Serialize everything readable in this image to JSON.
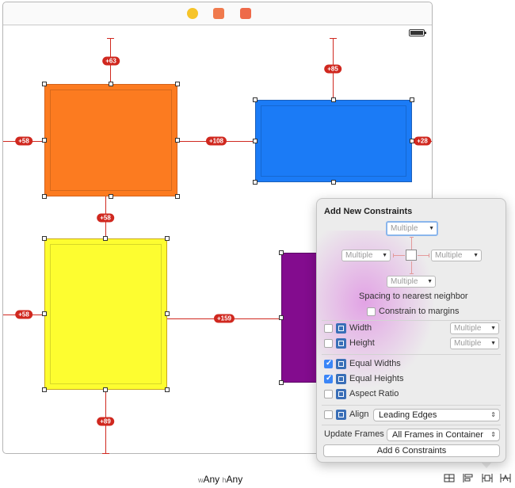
{
  "canvas": {
    "constraints": {
      "orange_top": "+63",
      "orange_left": "+58",
      "orange_to_blue": "+108",
      "orange_to_yellow": "+58",
      "blue_top": "+85",
      "blue_right": "+28",
      "yellow_left": "+58",
      "yellow_to_purple": "+159",
      "yellow_bottom": "+89"
    },
    "colors": {
      "orange": "#fc7b20",
      "blue": "#1b7bf6",
      "yellow": "#fdfd30",
      "purple": "#830c8e",
      "constraint": "#d0281f"
    }
  },
  "size_class": {
    "w_prefix": "w",
    "w_value": "Any",
    "h_prefix": "h",
    "h_value": "Any"
  },
  "panel": {
    "title": "Add New Constraints",
    "spacing_top": "Multiple",
    "spacing_left": "Multiple",
    "spacing_right": "Multiple",
    "spacing_bottom": "Multiple",
    "spacing_caption": "Spacing to nearest neighbor",
    "constrain_margins": {
      "label": "Constrain to margins",
      "checked": false
    },
    "width": {
      "label": "Width",
      "value": "Multiple",
      "checked": false
    },
    "height": {
      "label": "Height",
      "value": "Multiple",
      "checked": false
    },
    "equal_widths": {
      "label": "Equal Widths",
      "checked": true
    },
    "equal_heights": {
      "label": "Equal Heights",
      "checked": true
    },
    "aspect_ratio": {
      "label": "Aspect Ratio",
      "checked": false
    },
    "align": {
      "label": "Align",
      "value": "Leading Edges",
      "checked": false
    },
    "update_frames": {
      "label": "Update Frames",
      "value": "All Frames in Container"
    },
    "add_button": "Add 6 Constraints"
  }
}
